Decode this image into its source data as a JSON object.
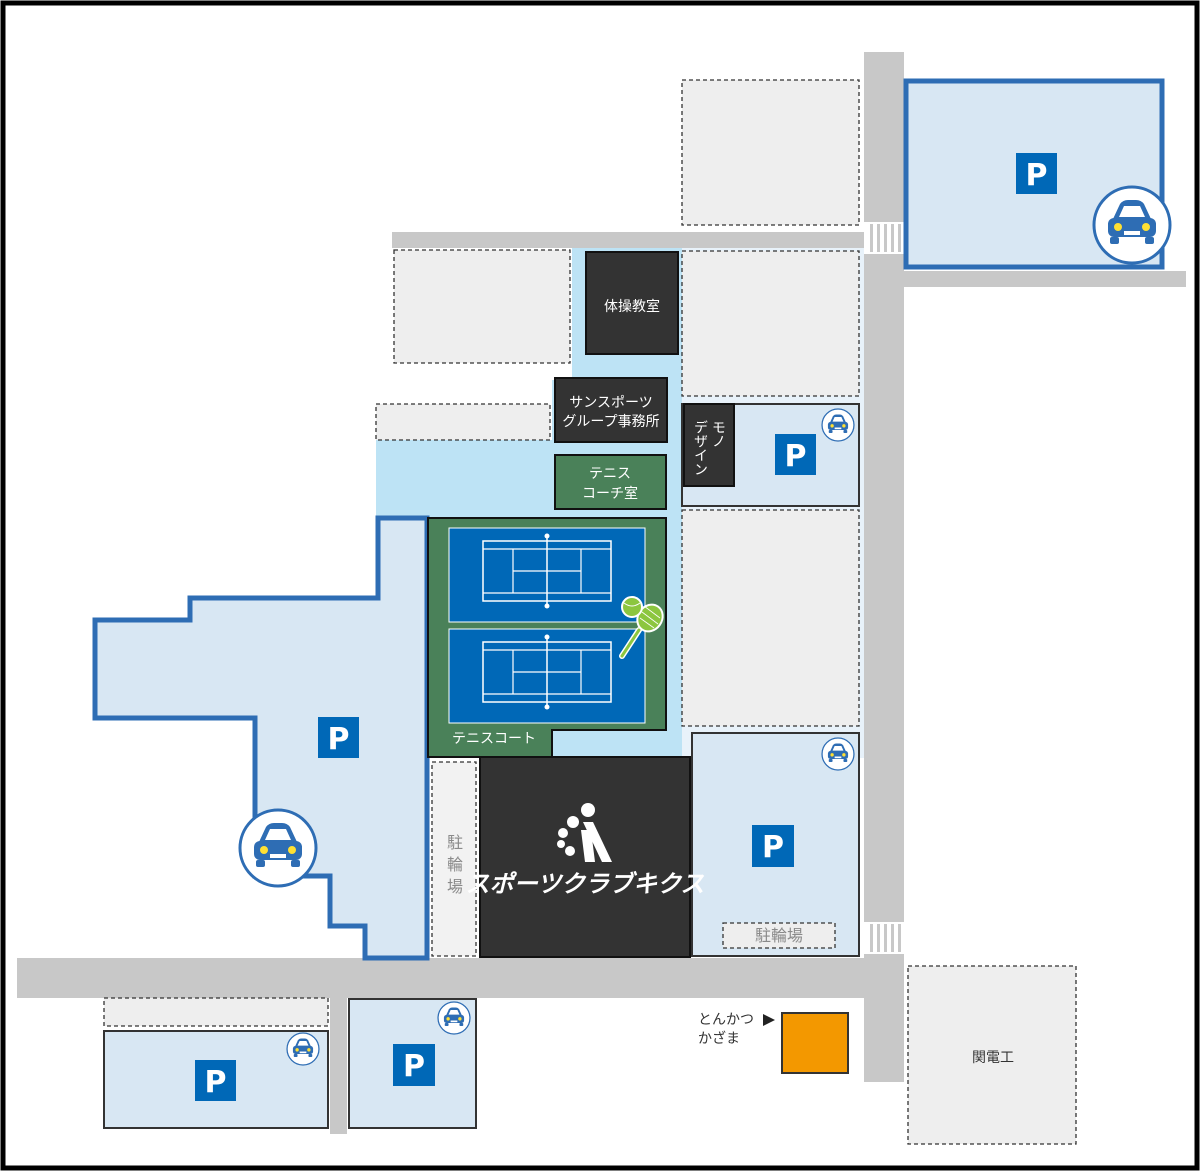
{
  "labels": {
    "gym_class": "体操教室",
    "office_line1": "サンスポーツ",
    "office_line2": "グループ事務所",
    "tennis_coach_line1": "テニス",
    "tennis_coach_line2": "コーチ室",
    "mono_design_col1": "モノ",
    "mono_design_col2": "デザイン",
    "tennis_court": "テニスコート",
    "club_name": "スポーツクラブキクス",
    "bicycle_parking": "駐輪場",
    "bicycle_parking_vertical": [
      "駐",
      "輪",
      "場"
    ],
    "tonkatsu_line1": "とんかつ",
    "tonkatsu_line2": "かざま",
    "kandenko": "関電工",
    "parking_symbol": "P"
  },
  "icons": {
    "parking": "parking-sign-icon",
    "car": "car-icon",
    "tennis": "tennis-racket-ball-icon",
    "arrow": "arrow-right-icon",
    "logo": "sports-club-logo-icon"
  },
  "colors": {
    "border": "#000000",
    "road": "#c8c8c8",
    "parking_fill": "#d8e7f3",
    "parking_border": "#2e6db4",
    "parking_sign": "#0068b7",
    "walkway": "#bde3f5",
    "dark_building": "#333333",
    "court_green": "#4a8159",
    "court_blue": "#0068b7",
    "dashed_lot": "#eeeeee",
    "restaurant": "#f39800"
  }
}
